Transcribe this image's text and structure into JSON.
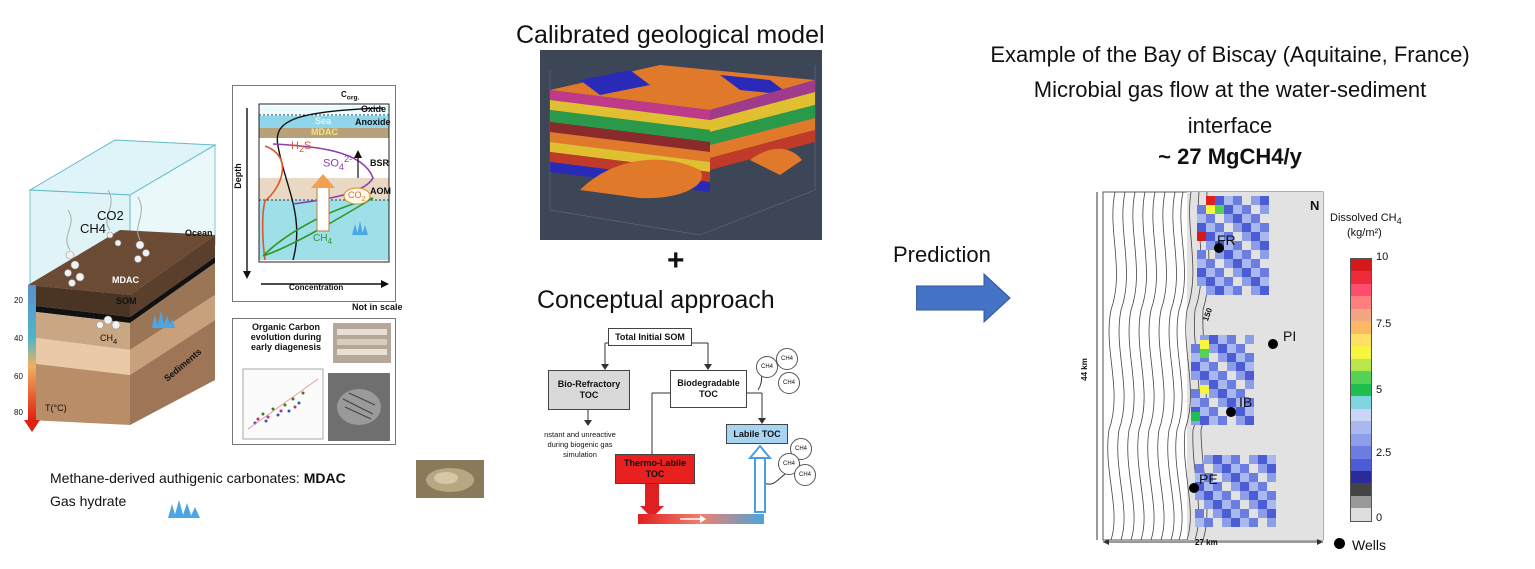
{
  "left": {
    "block_labels": {
      "co2": "CO2",
      "ch4": "CH4",
      "ocean": "Ocean",
      "mdac": "MDAC",
      "som": "SOM",
      "ch4_small": "CH",
      "ch4_sub": "4",
      "sediments": "Sediments",
      "temp_axis": "T(°C)",
      "temp_ticks": [
        "20",
        "40",
        "60",
        "80"
      ]
    },
    "profile": {
      "corg": "C",
      "corg_sub": "org.",
      "oxide": "Oxide",
      "sea": "Sea",
      "anoxide": "Anoxide",
      "mdac": "MDAC",
      "h2s": "H",
      "h2s_sub": "2",
      "h2s_end": "S",
      "so4": "SO",
      "so4_sub": "4",
      "so4_sup": "2-",
      "bsr": "BSR",
      "aom": "AOM",
      "co2": "CO",
      "co2_sub": "2",
      "ch4": "CH",
      "ch4_sub": "4",
      "depth": "Depth",
      "concentration": "Concentration",
      "not_in_scale": "Not in scale"
    },
    "organic": {
      "title_l1": "Organic Carbon",
      "title_l2": "evolution during",
      "title_l3": "early diagenesis"
    },
    "legend_mdac_prefix": "Methane-derived authigenic carbonates:",
    "legend_mdac_bold": "MDAC",
    "legend_hydrate": "Gas hydrate"
  },
  "middle": {
    "model_title": "Calibrated geological model",
    "plus": "+",
    "approach_title": "Conceptual approach",
    "flow": {
      "total_som": "Total Initial SOM",
      "bio_refractory_l1": "Bio-Refractory",
      "bio_refractory_l2": "TOC",
      "biodegradable_l1": "Biodegradable",
      "biodegradable_l2": "TOC",
      "constant_l1": "nstant and unreactive",
      "constant_l2": "during biogenic gas",
      "constant_l3": "simulation",
      "thermo_l1": "Thermo-Labile",
      "thermo_l2": "TOC",
      "labile": "Labile TOC",
      "ch4_bubble": "CH4"
    }
  },
  "arrow_label": "Prediction",
  "right": {
    "title_l1": "Example of the Bay of Biscay (Aquitaine, France)",
    "title_l2": "Microbial gas flow at the water-sediment",
    "title_l3": "interface",
    "title_l4": "~ 27 MgCH4/y",
    "map": {
      "wells": [
        "FR",
        "PI",
        "IB",
        "PE"
      ],
      "contour_label": "150",
      "north": "N",
      "y_axis": "44 km",
      "x_axis": "27 km"
    },
    "colorbar": {
      "title_l1": "Dissolved CH",
      "title_sub": "4",
      "title_l2": "(kg/m²)",
      "ticks": [
        "10",
        "7.5",
        "5",
        "2.5",
        "0"
      ],
      "colors": [
        "#d7191c",
        "#ee2a3c",
        "#ff4d6d",
        "#ff7f7f",
        "#f4a582",
        "#fdb863",
        "#ffe066",
        "#f6f63f",
        "#b8e64b",
        "#55d155",
        "#1fbf4f",
        "#7fd4e0",
        "#c9d6f5",
        "#a9b8ef",
        "#8c9ee8",
        "#6b7de0",
        "#4b5cd5",
        "#2a2a9a",
        "#444444",
        "#999999",
        "#dddddd"
      ]
    },
    "wells_legend": "Wells"
  }
}
